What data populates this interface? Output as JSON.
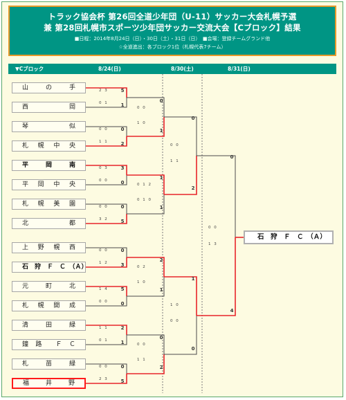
{
  "header": {
    "title_line1": "トラック協会杯 第26回全道少年団（U-11）サッカー大会札幌予選",
    "title_line2": "兼 第28回札幌市スポーツ少年団サッカー交流大会【Cブロック】結果",
    "meta_line1": "■日程：2014年8月24日（日）・30日（土）・31日（日）　■会場：登録チームグランド他",
    "meta_line2": "☆全道進出：各ブロック1位（札幌代表7チーム）"
  },
  "columns": {
    "block": "▼Cブロック",
    "day1": "8/24(日)",
    "day2": "8/30(土)",
    "day3": "8/31(日)"
  },
  "teams": [
    "山　の　手",
    "西　　　岡",
    "琴　　　似",
    "札　幌　中　央",
    "平　岡　南",
    "平　岡　中　央",
    "札　幌　美　園",
    "北　　　都",
    "上　野　幌　西",
    "石　狩　Ｆ　Ｃ　（Ａ）",
    "元　　町　　北",
    "札　幌　開　成",
    "清　　田　　緑",
    "鐘　路　　Ｆ　Ｃ",
    "札　　苗　　緑",
    "福　　井　　野"
  ],
  "round1": [
    {
      "top_score": "5",
      "bottom_score": "1",
      "half_top": "2 3",
      "half_bottom": "0 1"
    },
    {
      "top_score": "0",
      "bottom_score": "2",
      "half_top": "0 0",
      "half_bottom": "1 1"
    },
    {
      "top_score": "3",
      "bottom_score": "0",
      "half_top": "0 3",
      "half_bottom": "0 0"
    },
    {
      "top_score": "0",
      "bottom_score": "5",
      "half_top": "0 0",
      "half_bottom": "3 2"
    },
    {
      "top_score": "0",
      "bottom_score": "3",
      "half_top": "0 0",
      "half_bottom": "1 2"
    },
    {
      "top_score": "5",
      "bottom_score": "0",
      "half_top": "1 4",
      "half_bottom": "0 0"
    },
    {
      "top_score": "2",
      "bottom_score": "1",
      "half_top": "1 1",
      "half_bottom": "0 1"
    },
    {
      "top_score": "0",
      "bottom_score": "5",
      "half_top": "0 0",
      "half_bottom": "2 3"
    }
  ],
  "round2": [
    {
      "top_score": "0",
      "bottom_score": "1",
      "half_top": "0 0",
      "half_bottom": "1 0"
    },
    {
      "top_score": "1",
      "bottom_score": "1",
      "half_top": "0 1 2",
      "half_bottom": "0 1 0"
    },
    {
      "top_score": "2",
      "bottom_score": "1",
      "half_top": "0 2",
      "half_bottom": "1 0"
    },
    {
      "top_score": "0",
      "bottom_score": "2",
      "half_top": "0 0",
      "half_bottom": "1 1"
    }
  ],
  "round3": [
    {
      "top_score": "0",
      "bottom_score": "2",
      "half_top": "0 0",
      "half_bottom": "1 1"
    },
    {
      "top_score": "1",
      "bottom_score": "0",
      "half_top": "1 0",
      "half_bottom": "0 0"
    }
  ],
  "final": {
    "top_score": "0",
    "bottom_score": "4",
    "half_top": "0 0",
    "half_bottom": "1 3"
  },
  "champion": "石　狩　Ｆ　Ｃ　（Ａ）",
  "colors": {
    "teal": "#009584",
    "orange_border": "#e69a2a",
    "win_line": "#e8242a",
    "lose_line": "#4a4a4a",
    "background": "#fdfbe1"
  }
}
